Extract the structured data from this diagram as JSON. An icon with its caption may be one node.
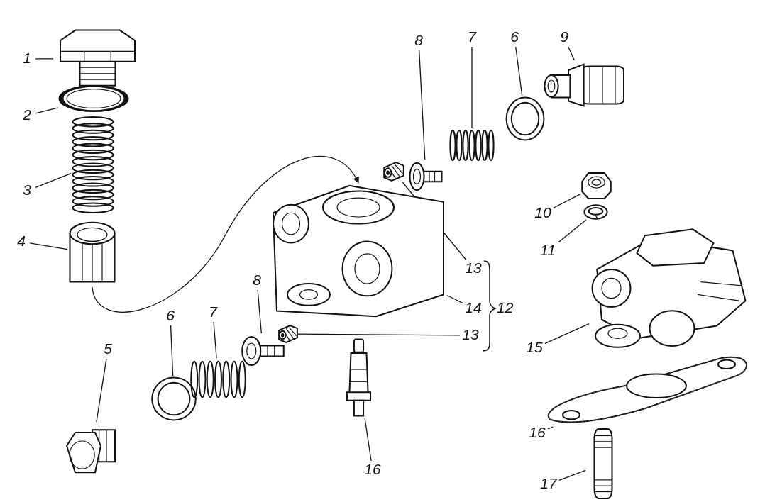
{
  "diagram": {
    "nodes": [
      {
        "text": [
          "1"
        ]
      },
      {
        "text": [],
        "shape": "picture"
      },
      {
        "text": [
          "2"
        ]
      },
      {
        "text": [],
        "shape": "picture"
      },
      {
        "text": [
          "3"
        ]
      },
      {
        "text": [],
        "shape": "picture"
      },
      {
        "text": [
          "4"
        ]
      },
      {
        "text": [],
        "shape": "picture"
      },
      {
        "text": [
          "5"
        ]
      },
      {
        "text": [],
        "shape": "picture"
      },
      {
        "text": [
          "6"
        ]
      },
      {
        "text": [],
        "shape": "picture"
      },
      {
        "text": [
          "7"
        ]
      },
      {
        "text": [],
        "shape": "picture"
      },
      {
        "text": [
          "8"
        ]
      },
      {
        "text": [],
        "shape": "picture"
      },
      {
        "text": [
          "8"
        ]
      },
      {
        "text": [],
        "shape": "picture"
      },
      {
        "text": [
          "7"
        ]
      },
      {
        "text": [],
        "shape": "picture"
      },
      {
        "text": [
          "6"
        ]
      },
      {
        "text": [],
        "shape": "picture"
      },
      {
        "text": [
          "9"
        ]
      },
      {
        "text": [],
        "shape": "picture"
      },
      {
        "text": [
          "10"
        ]
      },
      {
        "text": [],
        "shape": "picture"
      },
      {
        "text": [
          "11"
        ]
      },
      {
        "text": [],
        "shape": "picture"
      },
      {
        "text": [
          "13"
        ]
      },
      {
        "text": [],
        "shape": "picture"
      },
      {
        "text": [
          "14"
        ]
      },
      {
        "text": [],
        "shape": "picture"
      },
      {
        "text": [
          "13"
        ]
      },
      {
        "text": [],
        "shape": "picture"
      },
      {
        "text": [
          "16"
        ]
      },
      {
        "text": [],
        "shape": "picture"
      },
      {
        "text": [
          "15"
        ]
      },
      {
        "text": [],
        "shape": "picture"
      },
      {
        "text": [
          "16"
        ]
      },
      {
        "text": [],
        "shape": "picture"
      },
      {
        "text": [
          "17"
        ]
      },
      {
        "text": [],
        "shape": "picture"
      }
    ],
    "edges": [
      {
        "from": 0,
        "to": 1,
        "arrow": "none"
      },
      {
        "from": 2,
        "to": 3,
        "arrow": "none"
      },
      {
        "from": 4,
        "to": 5,
        "arrow": "none"
      },
      {
        "from": 6,
        "to": 7,
        "arrow": "none"
      },
      {
        "from": 8,
        "to": 9,
        "arrow": "none"
      },
      {
        "from": 10,
        "to": 11,
        "arrow": "none"
      },
      {
        "from": 12,
        "to": 13,
        "arrow": "none"
      },
      {
        "from": 14,
        "to": 15,
        "arrow": "none"
      },
      {
        "from": 16,
        "to": 17,
        "arrow": "none"
      },
      {
        "from": 18,
        "to": 19,
        "arrow": "none"
      },
      {
        "from": 20,
        "to": 21,
        "arrow": "none"
      },
      {
        "from": 22,
        "to": 23,
        "arrow": "none"
      },
      {
        "from": 24,
        "to": 25,
        "arrow": "none"
      },
      {
        "from": 26,
        "to": 27,
        "arrow": "none"
      },
      {
        "from": 28,
        "to": 29,
        "arrow": "none"
      },
      {
        "from": 30,
        "to": 31,
        "arrow": "none"
      },
      {
        "from": 32,
        "to": 33,
        "arrow": "none"
      },
      {
        "from": 34,
        "to": 35,
        "arrow": "none"
      },
      {
        "from": 36,
        "to": 37,
        "arrow": "none"
      },
      {
        "from": 38,
        "to": 39,
        "arrow": "none"
      },
      {
        "from": 40,
        "to": 41,
        "arrow": "none"
      },
      {
        "from": 7,
        "to": 31,
        "arrow": "to"
      }
    ],
    "labels": [
      "12"
    ]
  }
}
